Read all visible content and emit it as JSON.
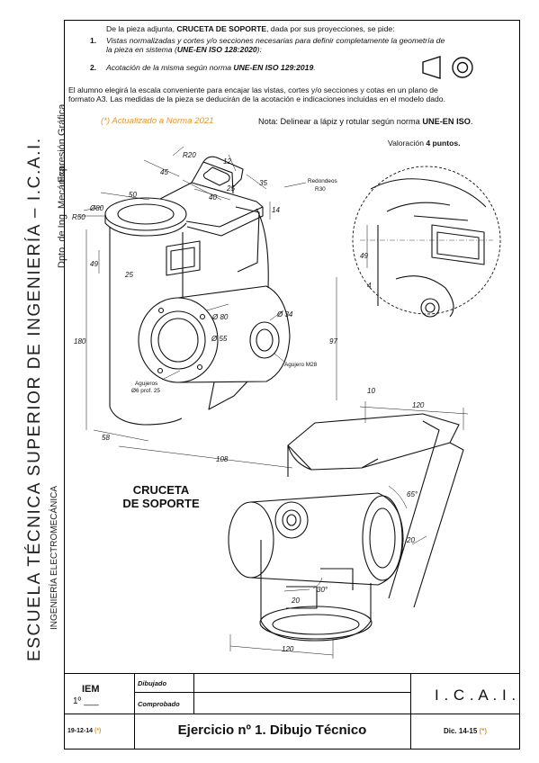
{
  "sidebar": {
    "school": "ESCUELA TÉCNICA SUPERIOR DE INGENIERÍA – I.C.A.I.",
    "program": "INGENIERÍA ELECTROMECÁNICA",
    "department": "Dpto. de Ing. Mecánica.",
    "area": "Expresión Gráfica"
  },
  "header": {
    "intro_pre": "De la pieza adjunta, ",
    "intro_bold": "CRUCETA DE SOPORTE",
    "intro_post": ", dada por sus proyecciones, se pide:",
    "item1_num": "1.",
    "item1_line1": "Vistas normalizadas y cortes y/o secciones necesarias para definir completamente la geometría de",
    "item1_line2_pre": "la pieza en sistema (",
    "item1_line2_bold": "UNE-EN ISO 128:2020",
    "item1_line2_post": "):",
    "item2_num": "2.",
    "item2_pre": "Acotación de la misma según norma ",
    "item2_bold": "UNE-EN ISO 129:2019",
    "item2_post": ".",
    "para_line1": "El alumno elegirá la escala conveniente para encajar las vistas, cortes y/o secciones y cotas en un plano de",
    "para_line2": "formato A3. Las medidas de la pieza se deducirán de la acotación e indicaciones incluidas en el modelo dado.",
    "updated": "(*) Actualizado a Norma 2021",
    "note_pre": "Nota: Delinear a lápiz y rotular según norma ",
    "note_bold": "UNE-EN ISO",
    "note_post": ".",
    "valuation_pre": "Valoración ",
    "valuation_bold": "4 puntos."
  },
  "drawing": {
    "part_name_line1": "CRUCETA",
    "part_name_line2": "DE SOPORTE",
    "dims": {
      "d_r20": "R20",
      "d_12": "12",
      "d_45": "45",
      "d_40": "40",
      "d_25a": "25",
      "d_35": "35",
      "d_14": "14",
      "d_50": "50",
      "d_phi80a": "Ø80",
      "d_r50": "R50",
      "d_49": "49",
      "d_25b": "25",
      "d_phi80b": "Ø 80",
      "d_phi55": "Ø 55",
      "d_phi34": "Ø 34",
      "d_180": "180",
      "d_97": "97",
      "d_58": "58",
      "d_108": "108",
      "d_120a": "120",
      "d_65deg": "65°",
      "d_20a": "20",
      "d_20b": "20",
      "d_30deg": "30°",
      "d_120b": "120",
      "redondeos_1": "Redondeos",
      "redondeos_2": "R30",
      "agujero": "Agujero M28",
      "agujeros_1": "Agujeros",
      "agujeros_2": "Ø6 prof. 25",
      "detail_10": "10",
      "detail_49": "49",
      "detail_4": "4"
    }
  },
  "title_block": {
    "group": "IEM",
    "course": "1º ___",
    "dibujado": "Dibujado",
    "comprobado": "Comprobado",
    "school_short": "I . C . A . I .",
    "date": "19-12-14",
    "date_mark": "(*)",
    "exercise": "Ejercicio nº 1. Dibujo Técnico",
    "year": "Dic. 14-15",
    "year_mark": "(*)"
  },
  "colors": {
    "accent": "#e8962e",
    "ink": "#111111"
  }
}
